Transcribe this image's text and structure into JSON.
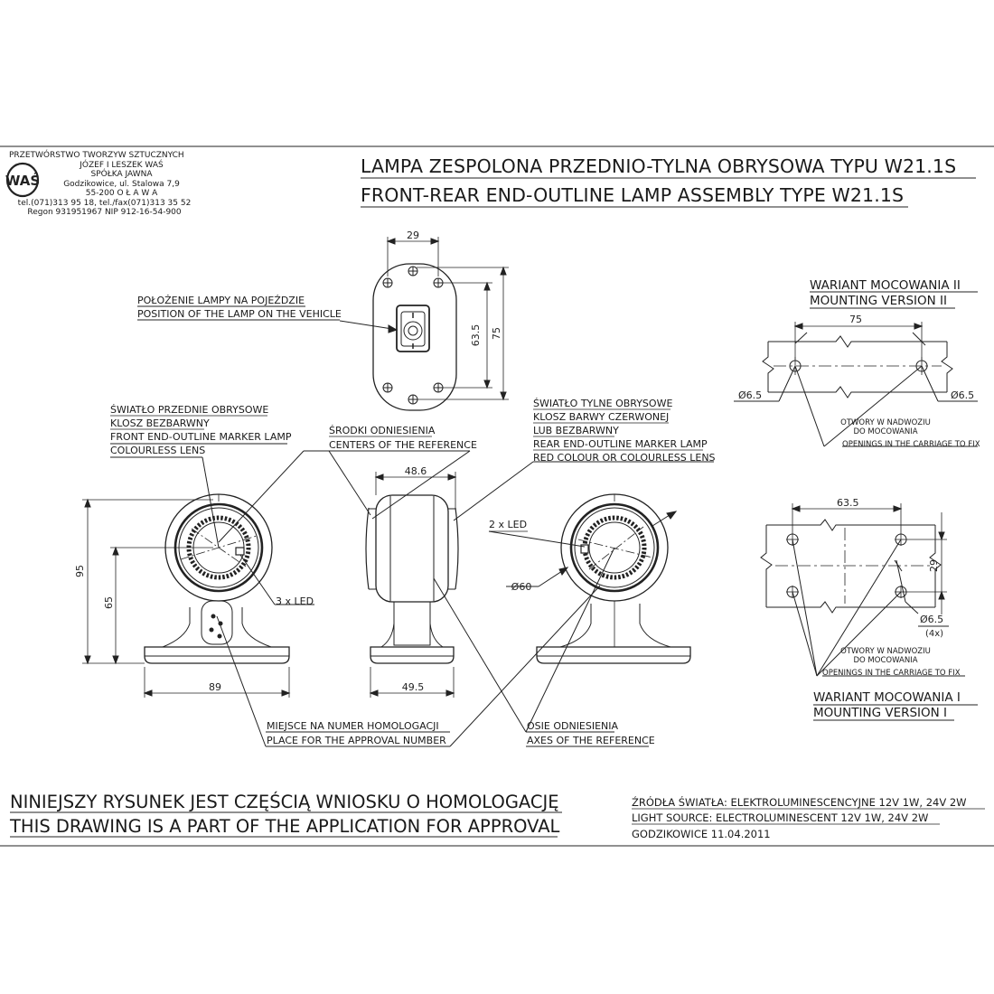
{
  "header": {
    "company_lines": [
      "PRZETWÓRSTWO TWORZYW SZTUCZNYCH",
      "JÓZEF I LESZEK WAŚ",
      "SPÓŁKA JAWNA",
      "Godzikowice, ul. Stalowa 7,9",
      "55-200   O Ł A W A",
      "tel.(071)313 95 18, tel./fax(071)313 35 52",
      "Regon 931951967 NIP 912-16-54-900"
    ],
    "title_pl": "LAMPA ZESPOLONA PRZEDNIO-TYLNA OBRYSOWA TYPU W21.1S",
    "title_en": "FRONT-REAR END-OUTLINE LAMP ASSEMBLY TYPE W21.1S"
  },
  "labels": {
    "position_pl": "POŁOŻENIE LAMPY NA POJEŹDZIE",
    "position_en": "POSITION OF THE LAMP ON THE VEHICLE",
    "front_lines": [
      "ŚWIATŁO PRZEDNIE OBRYSOWE",
      "KLOSZ BEZBARWNY",
      "FRONT END-OUTLINE MARKER LAMP",
      "COLOURLESS LENS"
    ],
    "centers_pl": "ŚRODKI ODNIESIENIA",
    "centers_en": "CENTERS OF THE REFERENCE",
    "rear_lines": [
      "ŚWIATŁO TYLNE OBRYSOWE",
      "KLOSZ BARWY CZERWONEJ",
      "LUB BEZBARWNY",
      "REAR END-OUTLINE MARKER LAMP",
      "RED COLOUR OR COLOURLESS LENS"
    ],
    "led2": "2 x LED",
    "led3": "3 x LED",
    "approval_pl": "MIEJSCE NA NUMER HOMOLOGACJI",
    "approval_en": "PLACE FOR THE APPROVAL NUMBER",
    "axes_pl": "OSIE ODNIESIENIA",
    "axes_en": "AXES OF THE REFERENCE"
  },
  "mount2": {
    "title_pl": "WARIANT MOCOWANIA II",
    "title_en": "MOUNTING VERSION II",
    "dim_width": "75",
    "dim_hole": "Ø6.5",
    "openings": [
      "OTWORY W NADWOZIU",
      "DO MOCOWANIA",
      "OPENINGS IN THE CARRIAGE TO FIX"
    ]
  },
  "mount1": {
    "title_pl": "WARIANT MOCOWANIA I",
    "title_en": "MOUNTING VERSION I",
    "dim_width": "63.5",
    "dim_height": "29",
    "dim_hole": "Ø6.5",
    "dim_count": "(4x)",
    "openings": [
      "OTWORY W NADWOZIU",
      "DO MOCOWANIA",
      "OPENINGS IN THE CARRIAGE TO FIX"
    ]
  },
  "dims": {
    "top_width": "29",
    "top_h1": "63.5",
    "top_h2": "75",
    "left_95": "95",
    "left_65": "65",
    "left_89": "89",
    "mid_48": "48.6",
    "mid_49": "49.5",
    "right_d60": "Ø60"
  },
  "footer": {
    "note_pl": "NINIEJSZY RYSUNEK JEST CZĘŚCIĄ WNIOSKU O  HOMOLOGACJĘ",
    "note_en": "THIS DRAWING IS A PART OF THE APPLICATION FOR  APPROVAL",
    "source_pl": "ŹRÓDŁA ŚWIATŁA: ELEKTROLUMINESCENCYJNE  12V  1W, 24V  2W",
    "source_en": "LIGHT SOURCE: ELECTROLUMINESCENT  12V  1W, 24V  2W",
    "date": "GODZIKOWICE 11.04.2011"
  }
}
